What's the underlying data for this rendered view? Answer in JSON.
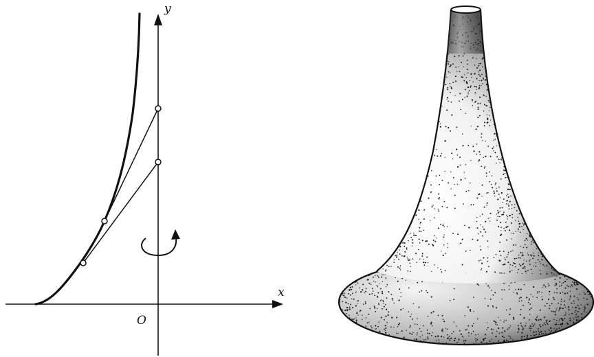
{
  "diagram": {
    "axis_x_label": "x",
    "axis_y_label": "y",
    "origin_label": "O",
    "colors": {
      "ink": "#111111",
      "background": "#ffffff"
    }
  }
}
